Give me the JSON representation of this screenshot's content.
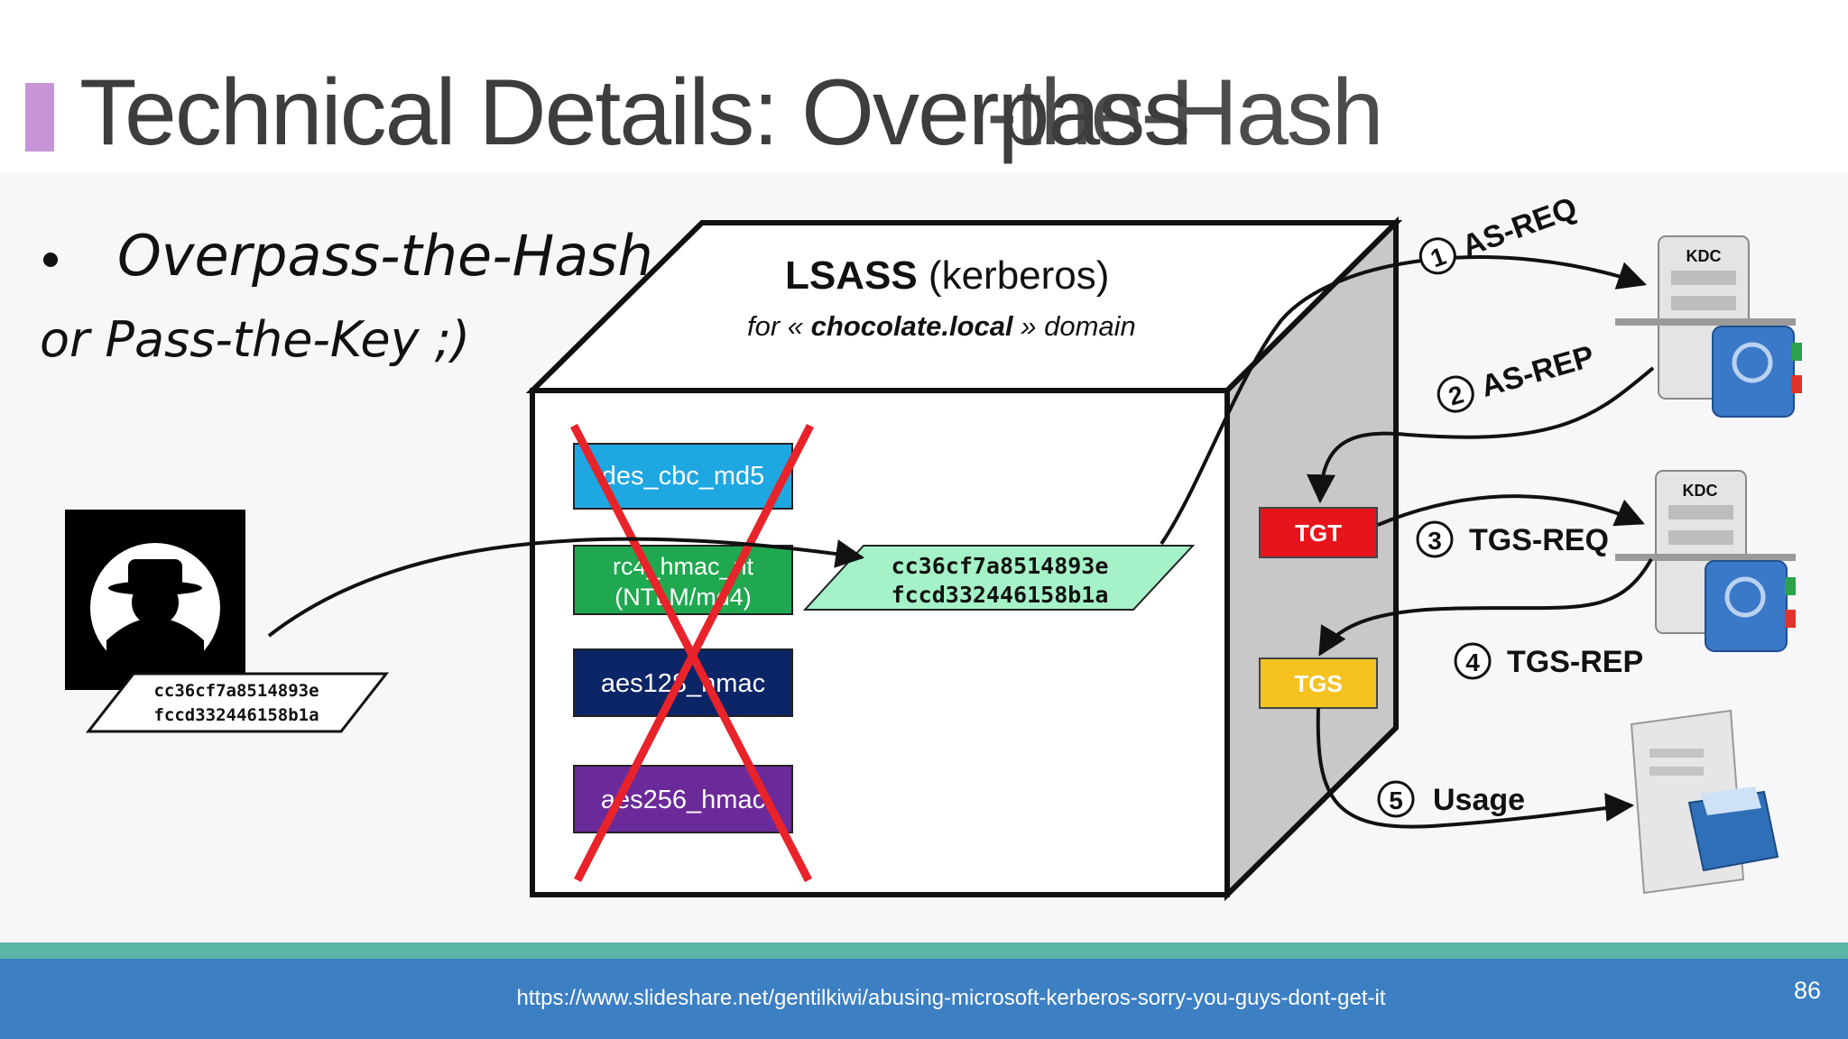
{
  "slide": {
    "title": "Technical Details: Overpass",
    "title_overlay": "-the-Hash",
    "accent_color": "#c994d6",
    "page_number": "86",
    "source_url": "https://www.slideshare.net/gentilkiwi/abusing-microsoft-kerberos-sorry-you-guys-dont-get-it"
  },
  "diagram": {
    "bullet": "Overpass-the-Hash",
    "subtitle": "or Pass-the-Key ;)",
    "lsass_title_bold": "LSASS",
    "lsass_title_rest": " (kerberos)",
    "domain_prefix": "for « ",
    "domain_name": "chocolate.local",
    "domain_suffix": " » domain",
    "keys": [
      {
        "line1": "des_cbc_md5",
        "line2": "",
        "color": "#1ea7e1"
      },
      {
        "line1": "rc4_hmac_nt",
        "line2": "(NTLM/md4)",
        "color": "#1fa84f"
      },
      {
        "line1": "aes128_hmac",
        "line2": "",
        "color": "#0c2566"
      },
      {
        "line1": "aes256_hmac",
        "line2": "",
        "color": "#6b2a9a"
      }
    ],
    "hash_line1": "cc36cf7a8514893e",
    "hash_line2": "fccd332446158b1a",
    "attacker_hash_line1": "cc36cf7a8514893e",
    "attacker_hash_line2": "fccd332446158b1a",
    "tgt_label": "TGT",
    "tgs_label": "TGS",
    "kdc_label": "KDC",
    "steps": [
      {
        "num": "1",
        "label": "AS-REQ"
      },
      {
        "num": "2",
        "label": "AS-REP"
      },
      {
        "num": "3",
        "label": "TGS-REQ"
      },
      {
        "num": "4",
        "label": "TGS-REP"
      },
      {
        "num": "5",
        "label": "Usage"
      }
    ]
  }
}
